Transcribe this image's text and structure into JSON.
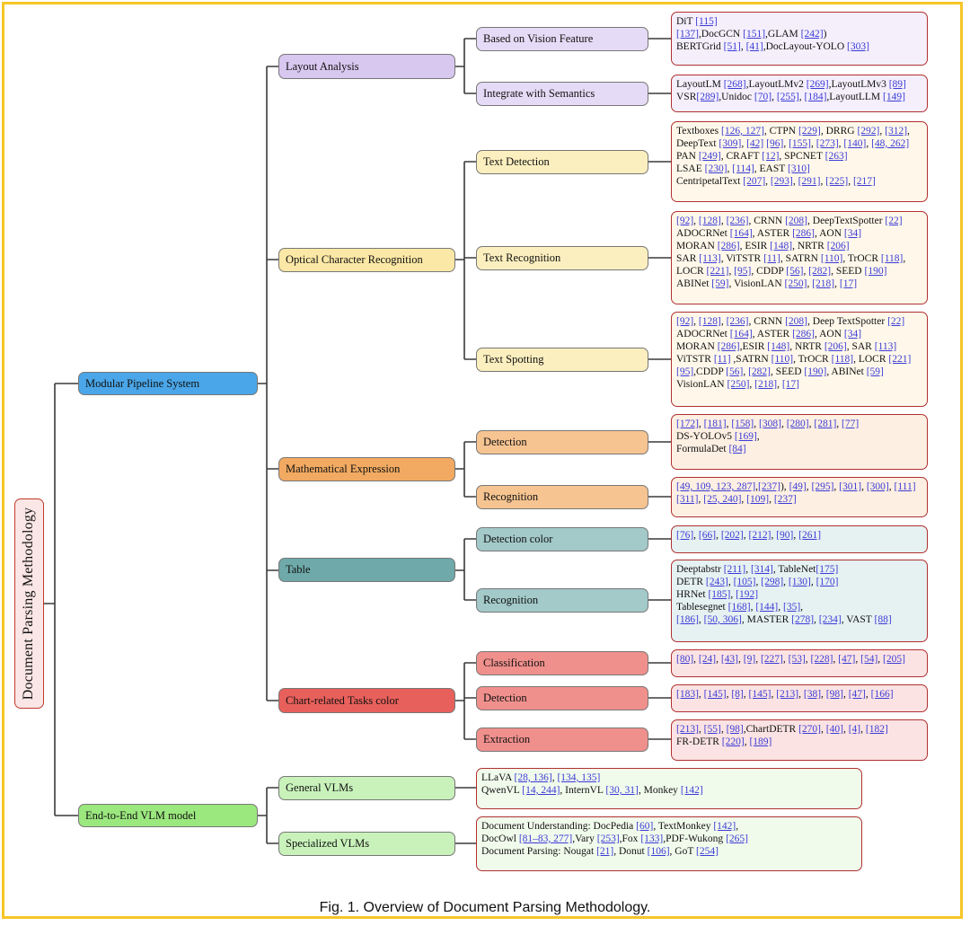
{
  "root": {
    "label": "Document Parsing Methodology"
  },
  "branches": {
    "modular": {
      "label": "Modular Pipeline System"
    },
    "e2e": {
      "label": "End-to-End VLM model"
    }
  },
  "groups": {
    "layout": {
      "label": "Layout Analysis"
    },
    "ocr": {
      "label": "Optical Character Recognition"
    },
    "math": {
      "label": "Mathematical Expression"
    },
    "table": {
      "label": "Table"
    },
    "chart": {
      "label": "Chart-related Tasks color"
    },
    "general": {
      "label": "General VLMs"
    },
    "special": {
      "label": "Specialized VLMs"
    }
  },
  "leaves": {
    "vision": {
      "label": "Based on Vision Feature"
    },
    "semantics": {
      "label": "Integrate with Semantics"
    },
    "textdet": {
      "label": "Text Detection"
    },
    "textrec": {
      "label": "Text Recognition"
    },
    "textspot": {
      "label": "Text Spotting"
    },
    "mathdet": {
      "label": "Detection"
    },
    "mathrec": {
      "label": "Recognition"
    },
    "tabledet": {
      "label": "Detection color"
    },
    "tablerec": {
      "label": "Recognition"
    },
    "chartcls": {
      "label": "Classification"
    },
    "chartdet": {
      "label": "Detection"
    },
    "chartext": {
      "label": "Extraction"
    }
  },
  "refs": {
    "vision": [
      "DiT [115]",
      " [137],DocGCN [151],GLAM [242])",
      "BERTGrid [51], [41],DocLayout-YOLO [303]"
    ],
    "semantics": [
      "LayoutLM [268],LayoutLMv2 [269],LayoutLMv3 [89]",
      "VSR[289],Unidoc [70], [255], [184],LayoutLLM [149]"
    ],
    "textdet": [
      "Textboxes [126, 127], CTPN [229], DRRG [292], [312],",
      "DeepText [309], [42] [96], [155], [273], [140], [48, 262]",
      "PAN [249], CRAFT [12], SPCNET [263]",
      "LSAE [230], [114], EAST [310]",
      "CentripetalText [207], [293], [291], [225], [217]"
    ],
    "textrec": [
      "[92], [128], [236], CRNN [208], DeepTextSpotter [22]",
      "ADOCRNet [164], ASTER [286], AON [34]",
      "MORAN [286], ESIR [148], NRTR [206]",
      "SAR [113], ViTSTR [11], SATRN [110], TrOCR [118],",
      "LOCR [221], [95], CDDP [56], [282], SEED [190]",
      "ABINet [59], VisionLAN [250], [218], [17]"
    ],
    "textspot": [
      "[92], [128], [236], CRNN [208], Deep TextSpotter [22]",
      "ADOCRNet [164], ASTER [286], AON [34]",
      "MORAN [286],ESIR [148], NRTR [206], SAR [113]",
      "ViTSTR [11] ,SATRN [110], TrOCR [118], LOCR [221]",
      " [95],CDDP [56], [282], SEED [190], ABINet [59]",
      "VisionLAN [250], [218], [17]"
    ],
    "mathdet": [
      "[172], [181], [158], [308], [280], [281], [77]",
      "DS-YOLOv5 [169],",
      "FormulaDet [84]"
    ],
    "mathrec": [
      " [49, 109, 123, 287],[237]), [49], [295], [301], [300], [111]",
      " [311], [25, 240], [109], [237]"
    ],
    "tabledet": [
      " [76], [66], [202], [212], [90], [261]"
    ],
    "tablerec": [
      "Deeptabstr [211], [314], TableNet[175]",
      "DETR [243], [105], [298], [130], [170]",
      "HRNet [185], [192]",
      "Tablesegnet [168], [144], [35],",
      " [186], [50, 306], MASTER [278], [234], VAST [88]"
    ],
    "chartcls": [
      "[80], [24], [43], [9], [227], [53], [228], [47], [54], [205]"
    ],
    "chartdet": [
      " [183], [145], [8], [145], [213], [38], [98], [47], [166]"
    ],
    "chartext": [
      "[213], [55], [98],ChartDETR [270], [40], [4], [182]",
      "FR-DETR [220], [189]"
    ],
    "general": [
      "LLaVA [28, 136], [134, 135]",
      "QwenVL [14, 244], InternVL [30, 31], Monkey [142]"
    ],
    "special": [
      "Document Understanding: DocPedia [60], TextMonkey [142],",
      "DocOwl [81–83, 277],Vary [253],Fox [133],PDF-Wukong [265]",
      "Document Parsing: Nougat [21], Donut [106], GoT [254]"
    ]
  },
  "caption": "Fig. 1.  Overview of Document Parsing Methodology.",
  "colors": {
    "frame": "#f6c628",
    "layout": "#d8c7ef",
    "ocr": "#fbe8a6",
    "math": "#f2aa62",
    "table": "#6fa9a9",
    "chart": "#e8605b",
    "vlm": "#9be87e",
    "modular": "#4aa6e8",
    "root": "#fbe6e6"
  }
}
